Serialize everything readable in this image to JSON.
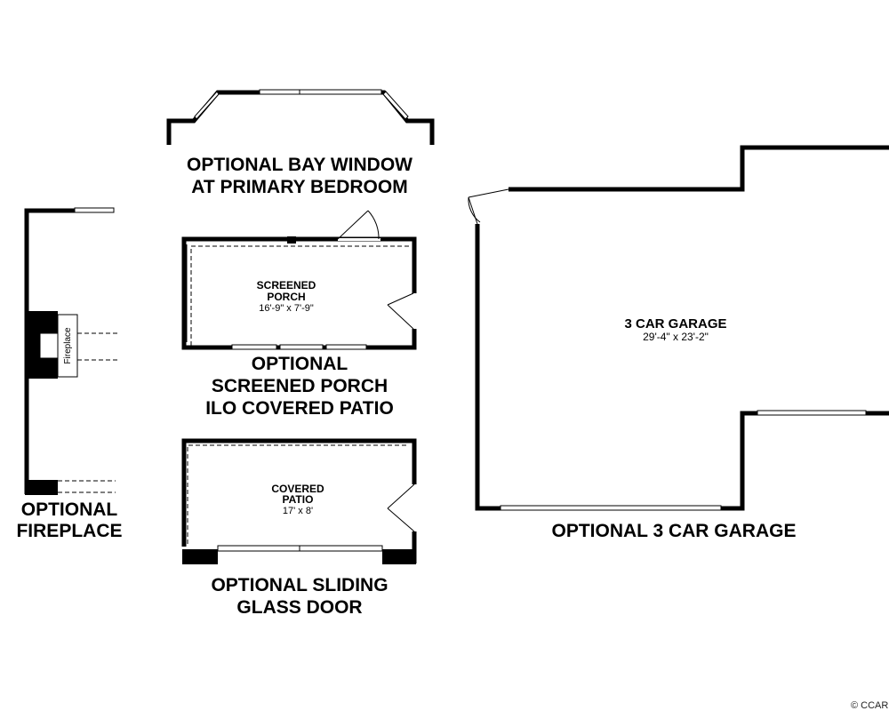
{
  "bay_window": {
    "label_line1": "OPTIONAL BAY WINDOW",
    "label_line2": "AT PRIMARY BEDROOM"
  },
  "fireplace": {
    "label_line1": "OPTIONAL",
    "label_line2": "FIREPLACE",
    "tag": "Fireplace"
  },
  "screened_porch": {
    "room_line1": "SCREENED",
    "room_line2": "PORCH",
    "dimensions": "16'-9\" x 7'-9\"",
    "label_line1": "OPTIONAL",
    "label_line2": "SCREENED PORCH",
    "label_line3": "ILO COVERED PATIO"
  },
  "covered_patio": {
    "room_line1": "COVERED",
    "room_line2": "PATIO",
    "dimensions": "17' x 8'",
    "label_line1": "OPTIONAL SLIDING",
    "label_line2": "GLASS DOOR"
  },
  "garage": {
    "room": "3 CAR GARAGE",
    "dimensions": "29'-4\" x 23'-2\"",
    "label": "OPTIONAL 3 CAR GARAGE"
  },
  "copyright": "© CCAR"
}
